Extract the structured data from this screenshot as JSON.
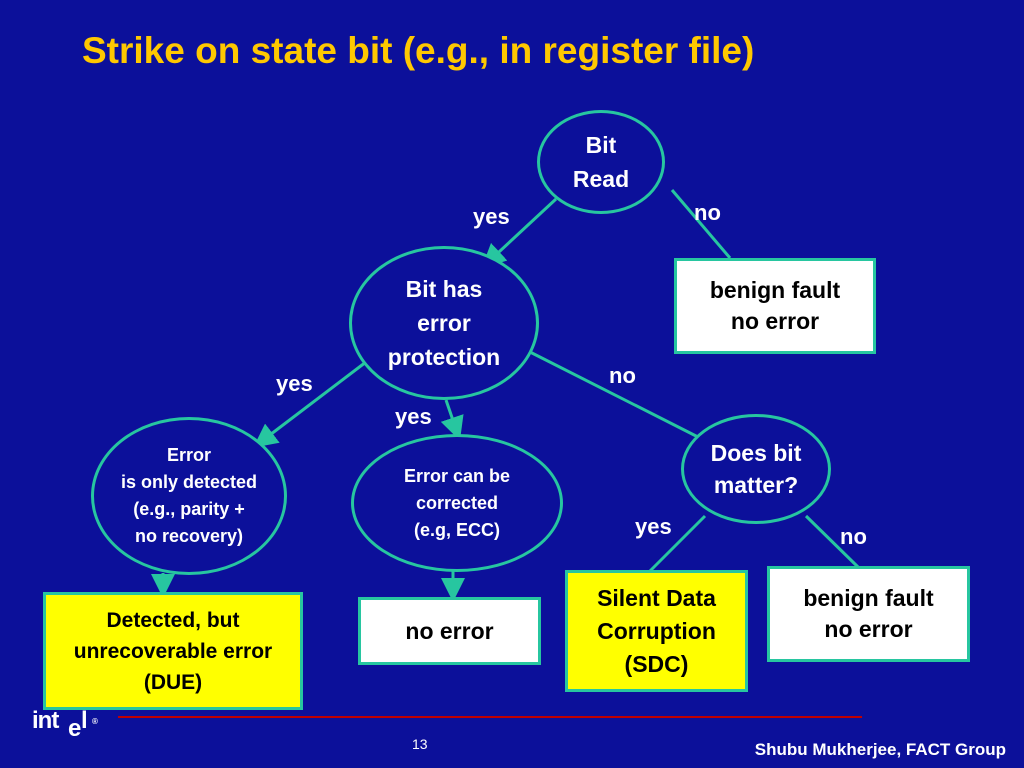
{
  "title": "Strike on state bit (e.g., in register file)",
  "nodes": {
    "bit_read": [
      "Bit",
      "Read"
    ],
    "protection": [
      "Bit has",
      "error",
      "protection"
    ],
    "benign1": [
      "benign fault",
      "no error"
    ],
    "detected_only": [
      "Error",
      "is only detected",
      "(e.g., parity +",
      "no recovery)"
    ],
    "correctable": [
      "Error can be",
      "corrected",
      "(e.g, ECC)"
    ],
    "matter": [
      "Does bit",
      "matter?"
    ],
    "due": [
      "Detected, but",
      "unrecoverable error",
      "(DUE)"
    ],
    "no_error": [
      "no error"
    ],
    "sdc": [
      "Silent Data",
      "Corruption",
      "(SDC)"
    ],
    "benign2": [
      "benign fault",
      "no error"
    ]
  },
  "edges": {
    "read_yes": "yes",
    "read_no": "no",
    "prot_yes_left": "yes",
    "prot_yes_mid": "yes",
    "prot_no": "no",
    "matter_yes": "yes",
    "matter_no": "no"
  },
  "colors": {
    "background": "#0c109a",
    "title": "#ffc800",
    "connector": "#27c6a0",
    "highlight_box": "#ffff00",
    "footer_line": "#c00000"
  },
  "footer": {
    "page_number": "13",
    "credit": "Shubu Mukherjee, FACT Group",
    "logo": "intel-logo"
  }
}
